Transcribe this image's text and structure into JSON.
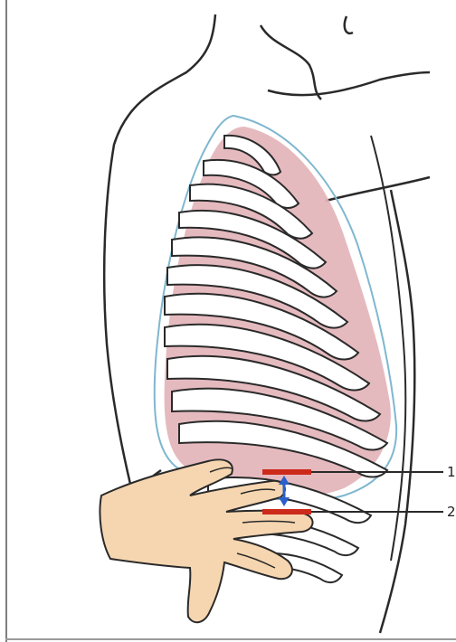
{
  "figure": {
    "callouts": [
      {
        "id": "1",
        "text": "1"
      },
      {
        "id": "2",
        "text": "2"
      }
    ],
    "colors": {
      "background": "#ffffff",
      "outline": "#2a2a2a",
      "lung_fill": "#e2b2b8",
      "pleura_outline": "#7fb7cf",
      "marker_red": "#cc2a1a",
      "arrow_blue": "#2b5fc9",
      "skin": "#f6d6b0"
    }
  }
}
